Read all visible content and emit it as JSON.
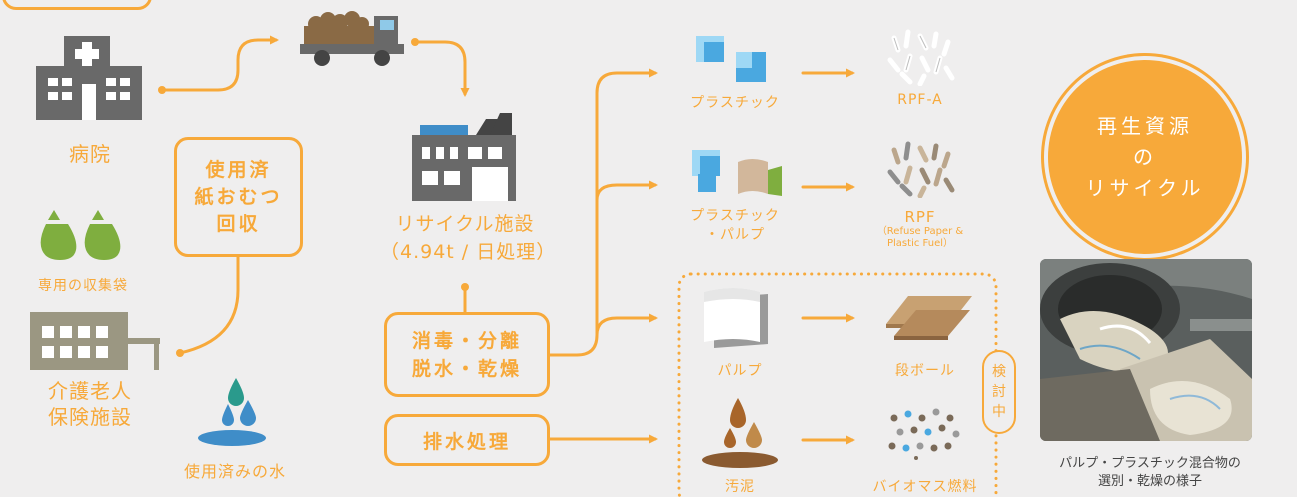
{
  "sources": {
    "hospital": "病院",
    "bag": "専用の収集袋",
    "nursing_home_line1": "介護老人",
    "nursing_home_line2": "保険施設",
    "used_water": "使用済みの水"
  },
  "collection_box": {
    "line1": "使用済",
    "line2": "紙おむつ",
    "line3": "回収"
  },
  "facility": {
    "line1": "リサイクル施設",
    "line2": "（4.94t / 日処理）"
  },
  "process_box": {
    "line1": "消毒・分離",
    "line2": "脱水・乾燥"
  },
  "drain_box": "排水処理",
  "outputs": {
    "plastic": "プラスチック",
    "rpfa": "RPF-A",
    "plastic_pulp_line1": "プラスチック",
    "plastic_pulp_line2": "・パルプ",
    "rpf": "RPF",
    "rpf_sub1": "（Refuse Paper &",
    "rpf_sub2": "Plastic Fuel）",
    "pulp": "パルプ",
    "cardboard": "段ボール",
    "sludge": "汚泥",
    "biomass": "バイオマス燃料"
  },
  "under_review": [
    "検",
    "討",
    "中"
  ],
  "circle": {
    "line1": "再生資源",
    "line2": "の",
    "line3": "リサイクル"
  },
  "photo_caption": {
    "line1": "パルプ・プラスチック混合物の",
    "line2": "選別・乾燥の様子"
  },
  "colors": {
    "accent": "#f7a93a",
    "gray_icon": "#696969",
    "green": "#7fae3f",
    "blue": "#4aa8e0",
    "brown": "#9a6a3a",
    "background": "#efeeee"
  }
}
